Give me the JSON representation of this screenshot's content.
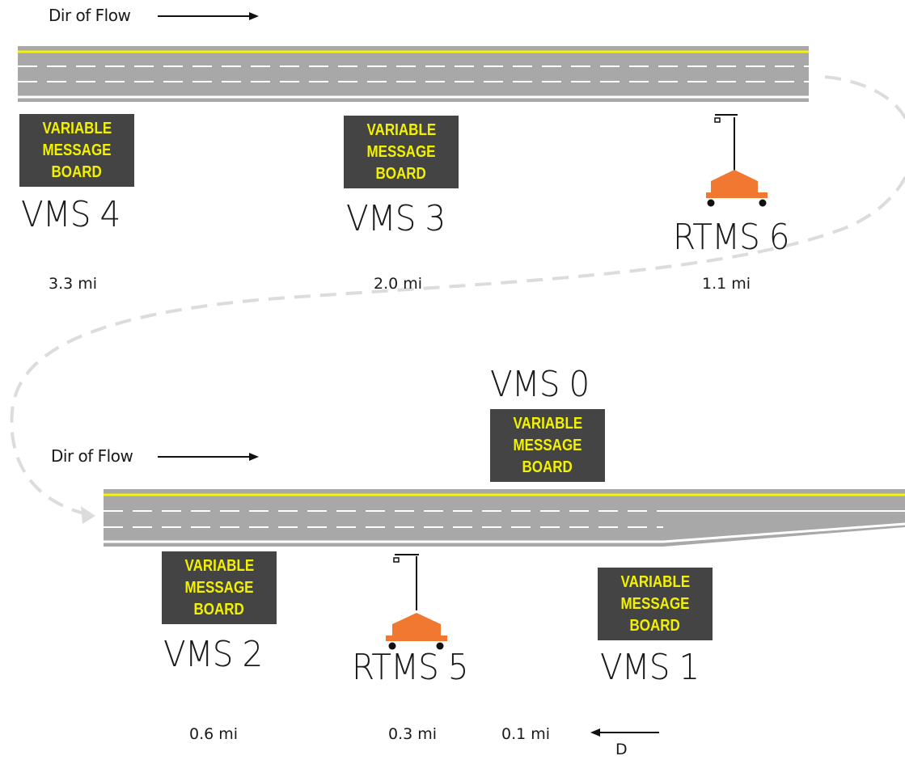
{
  "flow_label": "Dir of Flow",
  "sign_text": {
    "line1": "VARIABLE",
    "line2": "MESSAGE",
    "line3": "BOARD"
  },
  "devices": {
    "vms4": {
      "name": "VMS 4",
      "distance": "3.3 mi"
    },
    "vms3": {
      "name": "VMS 3",
      "distance": "2.0 mi"
    },
    "rtms6": {
      "name": "RTMS 6",
      "distance": "1.1 mi"
    },
    "vms0": {
      "name": "VMS 0"
    },
    "vms2": {
      "name": "VMS 2",
      "distance": "0.6 mi"
    },
    "rtms5": {
      "name": "RTMS 5",
      "distance": "0.3 mi"
    },
    "vms1": {
      "name": "VMS 1",
      "distance": "0.1 mi"
    }
  },
  "distance_marker": "D",
  "colors": {
    "road": "#a8a8a8",
    "edge_line": "#f5f500",
    "sign_bg": "#444444",
    "sign_text": "#f2f200",
    "rtms_body": "#f07830",
    "dashed_path": "#dcdcdc"
  }
}
